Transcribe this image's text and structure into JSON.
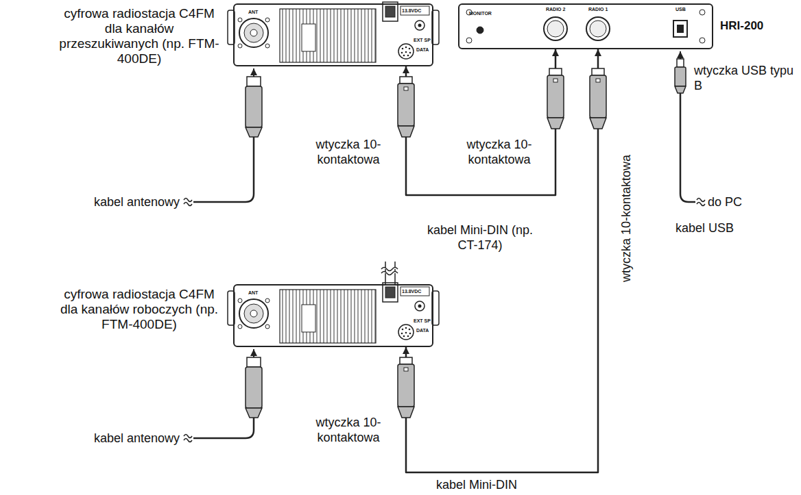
{
  "diagram": {
    "nodes": [
      {
        "text": [
          "cyfrowa radiostacja C4FM dla kanałów przeszukiwanych (np. FTM-400DE)",
          "ANT",
          "13.8VDC",
          "EXT SP",
          "DATA"
        ]
      },
      {
        "text": [
          "HRI-200",
          "MONITOR",
          "RADIO 2",
          "RADIO 1",
          "USB"
        ]
      },
      {
        "text": [
          "cyfrowa radiostacja C4FM dla kanałów roboczych (np. FTM-400DE)",
          "ANT",
          "13.8VDC",
          "EXT SP",
          "DATA"
        ]
      }
    ],
    "edges": [
      {
        "from": 0,
        "to": 1,
        "arrow": "both",
        "label": "kabel Mini-DIN (np. CT-174)"
      },
      {
        "from": 2,
        "to": 1,
        "arrow": "both",
        "label": "kabel Mini-DIN"
      }
    ],
    "labels": [
      "kabel antenowy",
      "wtyczka 10-kontaktowa",
      "wtyczka 10-kontaktowa",
      "wtyczka USB typu B",
      "do PC",
      "kabel USB",
      "wtyczka 10-kontaktowa",
      "wtyczka 10-kontaktowa",
      "kabel antenowy"
    ]
  }
}
